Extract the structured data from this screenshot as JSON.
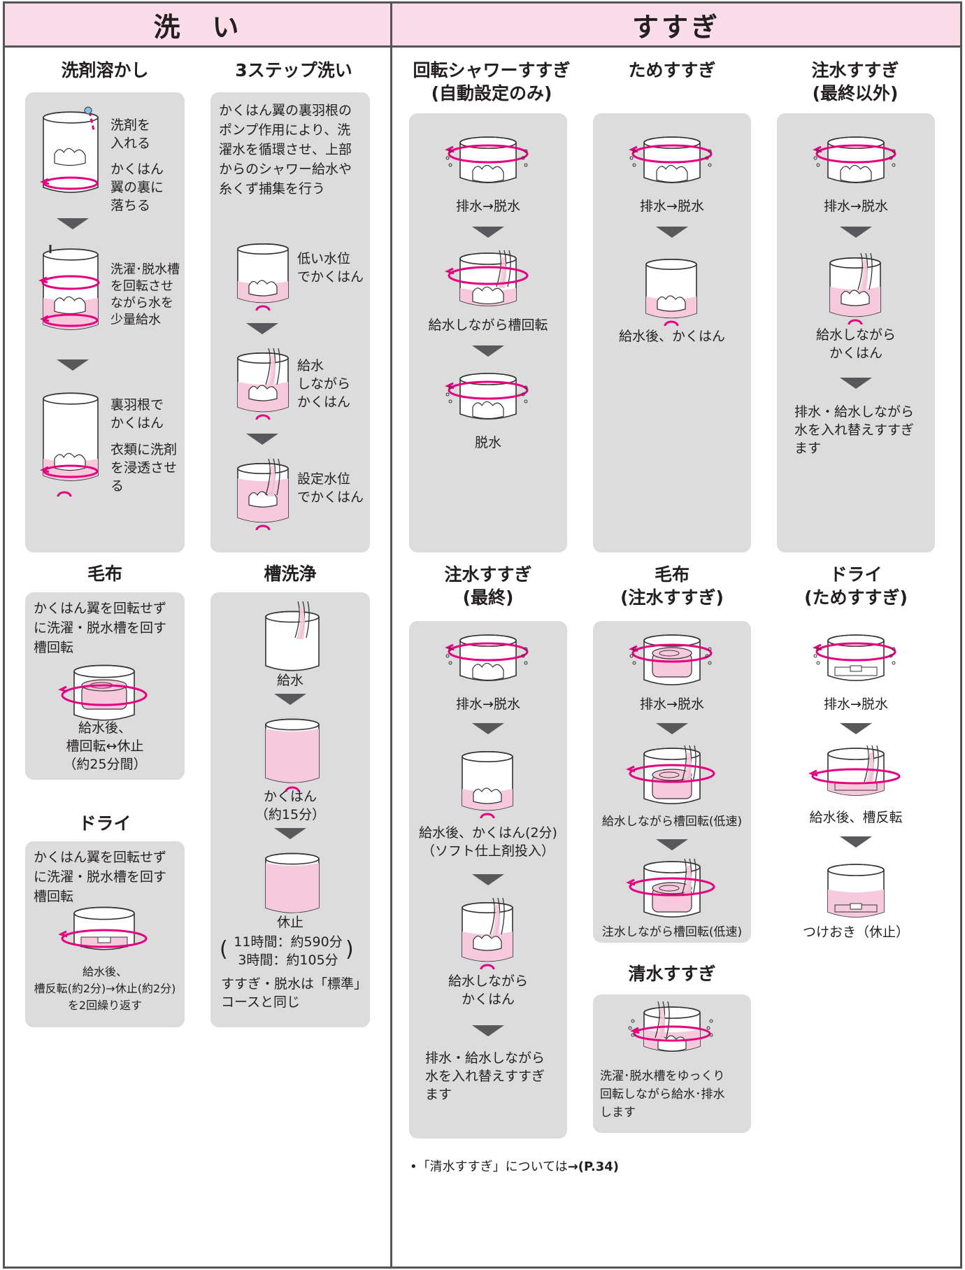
{
  "headers": {
    "wash": "洗　い",
    "rinse": "すすぎ"
  },
  "sections": {
    "detergent": {
      "title": "洗剤溶かし",
      "steps": [
        {
          "lines": [
            "洗剤を",
            "入れる"
          ]
        },
        {
          "lines": [
            "かくはん",
            "翼の裏に",
            "落ちる"
          ]
        },
        {
          "lines": [
            "洗濯･脱水槽",
            "を回転させ",
            "ながら水を",
            "少量給水"
          ]
        },
        {
          "lines": [
            "裏羽根で",
            "かくはん"
          ]
        },
        {
          "lines": [
            "衣類に洗剤",
            "を浸透させ",
            "る"
          ]
        }
      ]
    },
    "three_step": {
      "title": "3ステップ洗い",
      "description": [
        "かくはん翼の裏羽根の",
        "ポンプ作用により、洗",
        "濯水を循環させ、上部",
        "からのシャワー給水や",
        "糸くず捕集を行う"
      ],
      "steps": [
        {
          "lines": [
            "低い水位",
            "でかくはん"
          ]
        },
        {
          "lines": [
            "給水",
            "しながら",
            "かくはん"
          ]
        },
        {
          "lines": [
            "設定水位",
            "でかくはん"
          ]
        }
      ]
    },
    "blanket": {
      "title": "毛布",
      "description": [
        "かくはん翼を回転せず",
        "に洗濯・脱水槽を回す",
        "槽回転"
      ],
      "caption": [
        "給水後、",
        "槽回転↔休止",
        "（約25分間）"
      ]
    },
    "tank_clean": {
      "title": "槽洗浄",
      "steps": [
        "給水",
        "かくはん",
        "（約15分）",
        "休止"
      ],
      "times": [
        "11時間：約590分",
        "3時間：約105分"
      ],
      "note": [
        "すすぎ・脱水は「標準」",
        "コースと同じ"
      ]
    },
    "dry": {
      "title": "ドライ",
      "description": [
        "かくはん翼を回転せず",
        "に洗濯・脱水槽を回す",
        "槽回転"
      ],
      "caption": [
        "給水後、",
        "槽反転(約2分)→休止(約2分)",
        "を2回繰り返す"
      ]
    },
    "shower_rinse": {
      "title": [
        "回転シャワーすすぎ",
        "(自動設定のみ)"
      ],
      "steps": [
        "排水→脱水",
        "給水しながら槽回転",
        "脱水"
      ]
    },
    "tame_rinse": {
      "title": "ためすすぎ",
      "steps": [
        "排水→脱水",
        "給水後、かくはん"
      ]
    },
    "pour_rinse_mid": {
      "title": [
        "注水すすぎ",
        "(最終以外)"
      ],
      "steps": [
        "排水→脱水",
        "給水しながら",
        "かくはん"
      ],
      "note": [
        "排水・給水しながら",
        "水を入れ替えすすぎ",
        "ます"
      ]
    },
    "pour_rinse_final": {
      "title": [
        "注水すすぎ",
        "(最終)"
      ],
      "steps": [
        "排水→脱水",
        "給水後、かくはん(2分)",
        "（ソフト仕上剤投入）",
        "給水しながら",
        "かくはん"
      ],
      "note": [
        "排水・給水しながら",
        "水を入れ替えすすぎ",
        "ます"
      ]
    },
    "blanket_rinse": {
      "title": [
        "毛布",
        "(注水すすぎ)"
      ],
      "steps": [
        "排水→脱水",
        "給水しながら槽回転(低速)",
        "注水しながら槽回転(低速)"
      ]
    },
    "dry_rinse": {
      "title": [
        "ドライ",
        "(ためすすぎ)"
      ],
      "steps": [
        "排水→脱水",
        "給水後、槽反転",
        "つけおき（休止）"
      ]
    },
    "clear_rinse": {
      "title": "清水すすぎ",
      "note": [
        "洗濯･脱水槽をゆっくり",
        "回転しながら給水･排水",
        "します"
      ]
    }
  },
  "footnote": {
    "prefix": "•「清水すすぎ」については",
    "link": "→(P.34)"
  },
  "colors": {
    "accent": "#e4007f",
    "pink_fill": "#f6c9dc",
    "panel": "#dcdcdd",
    "header": "#fbdde9"
  }
}
